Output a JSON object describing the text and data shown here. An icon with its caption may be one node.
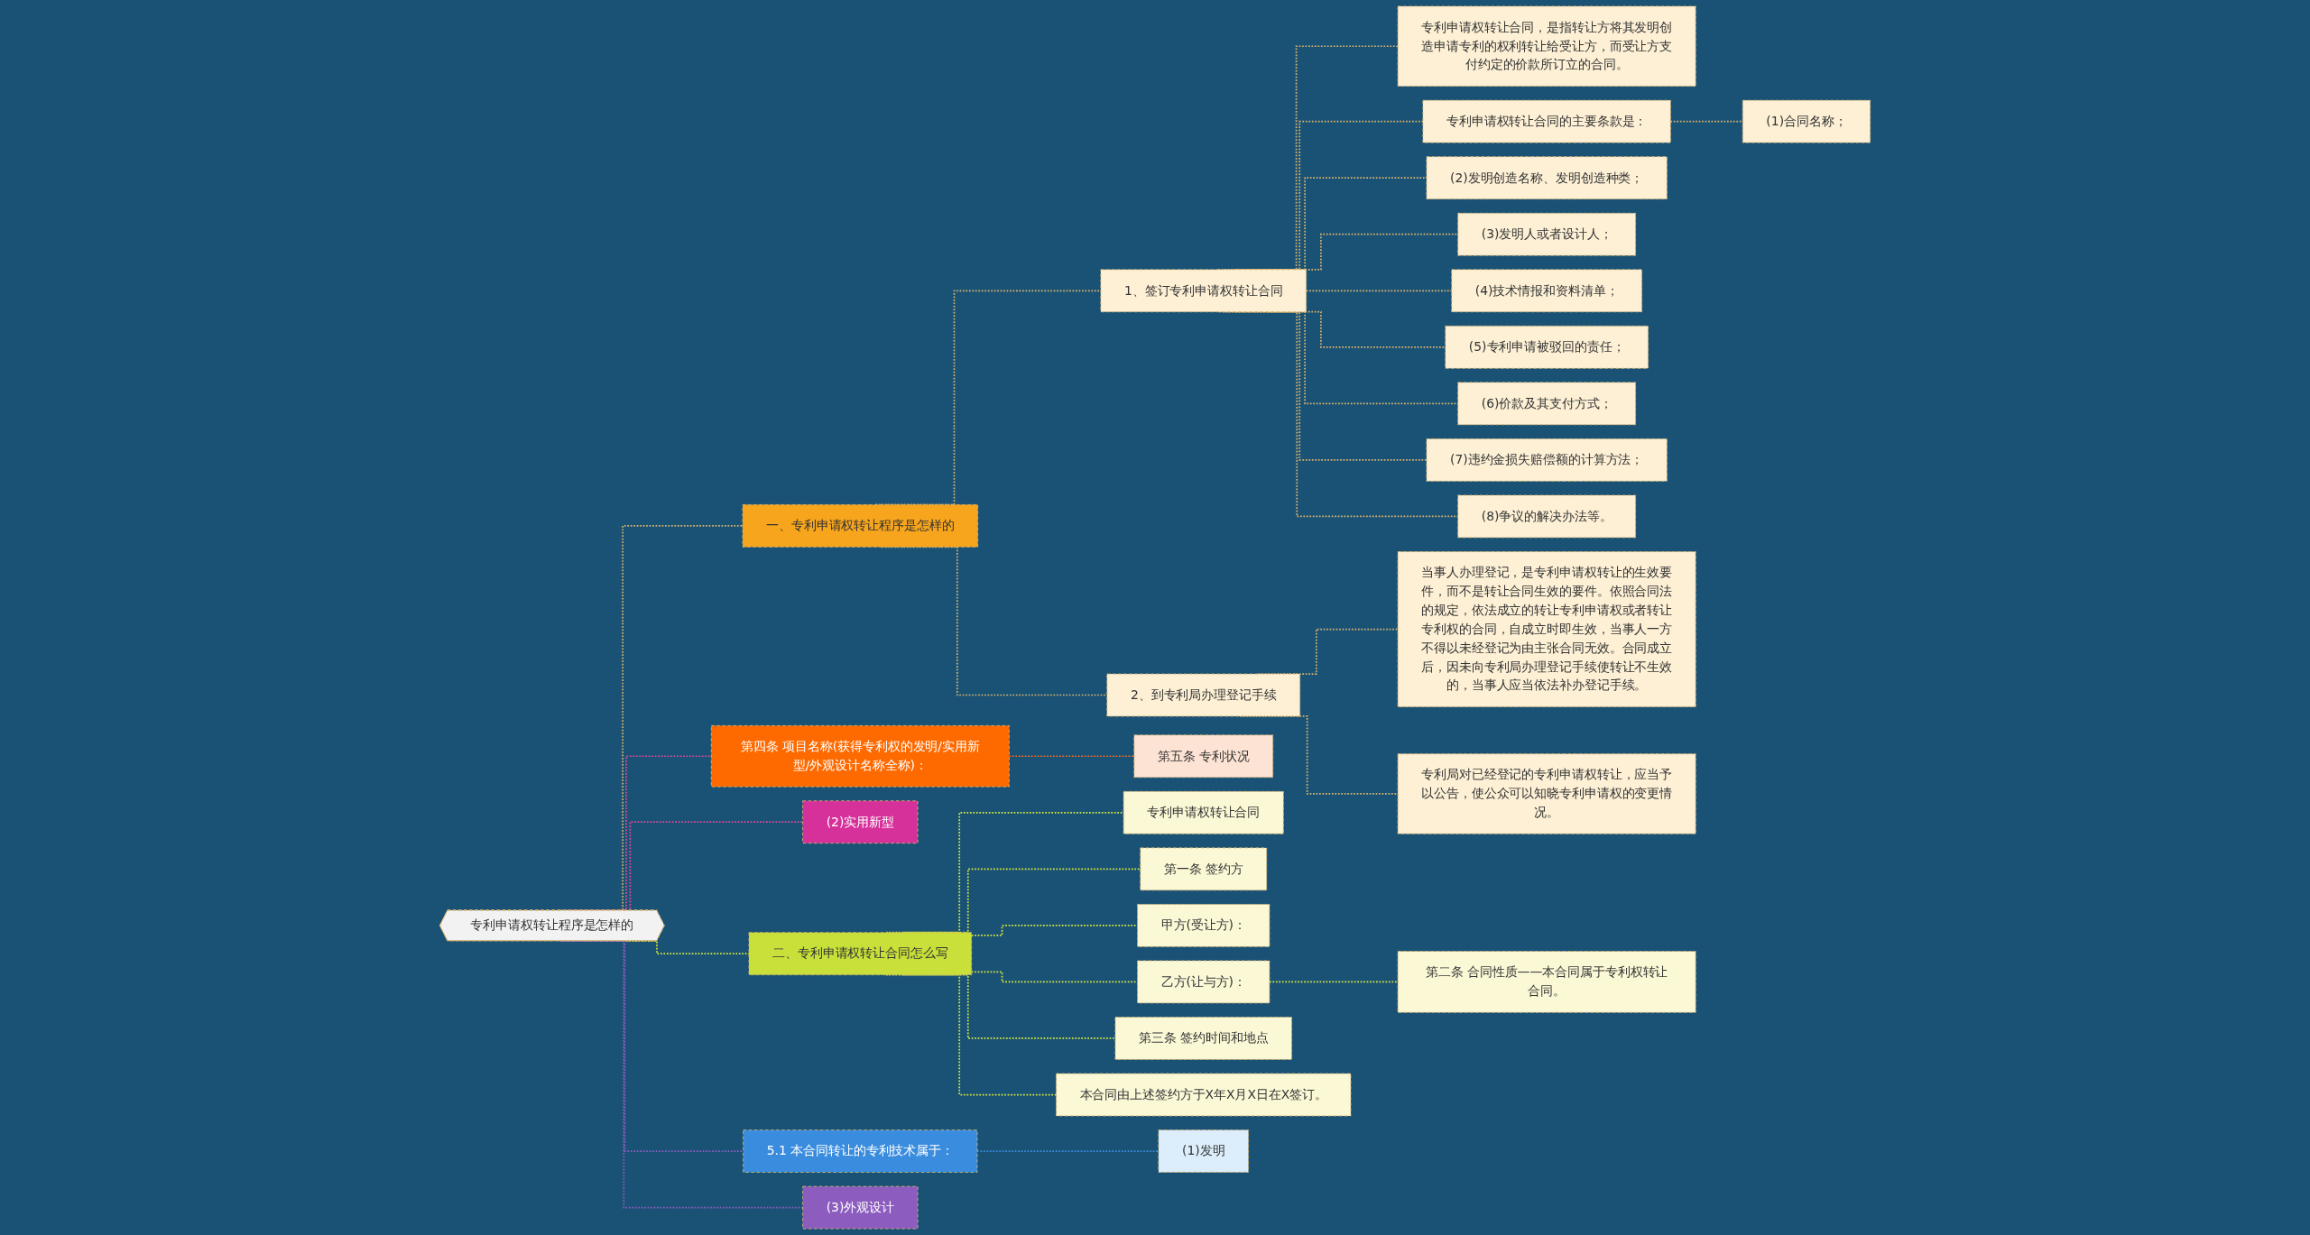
{
  "diagram": {
    "nodes": [
      {
        "text": [
          "专利申请权转让程序是怎样的"
        ]
      },
      {
        "text": [
          "一、专利申请权转让程序是怎样的"
        ]
      },
      {
        "text": [
          "1、签订专利申请权转让合同"
        ]
      },
      {
        "text": [
          "专利申请权转让合同，是指转让方将其发明创造申请专利的权利转让给受让方，而受让方支付约定的价款所订立的合同。"
        ]
      },
      {
        "text": [
          "专利申请权转让合同的主要条款是："
        ]
      },
      {
        "text": [
          "(1)合同名称；"
        ]
      },
      {
        "text": [
          "(2)发明创造名称、发明创造种类；"
        ]
      },
      {
        "text": [
          "(3)发明人或者设计人；"
        ]
      },
      {
        "text": [
          "(4)技术情报和资料清单；"
        ]
      },
      {
        "text": [
          "(5)专利申请被驳回的责任；"
        ]
      },
      {
        "text": [
          "(6)价款及其支付方式；"
        ]
      },
      {
        "text": [
          "(7)违约金损失赔偿额的计算方法；"
        ]
      },
      {
        "text": [
          "(8)争议的解决办法等。"
        ]
      },
      {
        "text": [
          "2、到专利局办理登记手续"
        ]
      },
      {
        "text": [
          "当事人办理登记，是专利申请权转让的生效要件，而不是转让合同生效的要件。依照合同法的规定，依法成立的转让专利申请权或者转让专利权的合同，自成立时即生效，当事人一方不得以未经登记为由主张合同无效。合同成立后，因未向专利局办理登记手续使转让不生效的，当事人应当依法补办登记手续。"
        ]
      },
      {
        "text": [
          "专利局对已经登记的专利申请权转让，应当予以公告，使公众可以知晓专利申请权的变更情况。"
        ]
      },
      {
        "text": [
          "第四条 项目名称(获得专利权的发明/实用新型/外观设计名称全称)："
        ]
      },
      {
        "text": [
          "第五条 专利状况"
        ]
      },
      {
        "text": [
          "(2)实用新型"
        ]
      },
      {
        "text": [
          "二、专利申请权转让合同怎么写"
        ]
      },
      {
        "text": [
          "专利申请权转让合同"
        ]
      },
      {
        "text": [
          "第一条 签约方"
        ]
      },
      {
        "text": [
          "甲方(受让方)："
        ]
      },
      {
        "text": [
          "乙方(让与方)："
        ]
      },
      {
        "text": [
          "第二条 合同性质——本合同属于专利权转让合同。"
        ]
      },
      {
        "text": [
          "第三条 签约时间和地点"
        ]
      },
      {
        "text": [
          "本合同由上述签约方于X年X月X日在X签订。"
        ]
      },
      {
        "text": [
          "5.1 本合同转让的专利技术属于："
        ]
      },
      {
        "text": [
          "(1)发明"
        ]
      },
      {
        "text": [
          "(3)外观设计"
        ]
      }
    ],
    "edges": [
      {
        "from": 0,
        "to": 1,
        "arrow": "none",
        "style": "dashed"
      },
      {
        "from": 1,
        "to": 2,
        "arrow": "none",
        "style": "dashed"
      },
      {
        "from": 2,
        "to": 3,
        "arrow": "none",
        "style": "dashed"
      },
      {
        "from": 2,
        "to": 4,
        "arrow": "none",
        "style": "dashed"
      },
      {
        "from": 4,
        "to": 5,
        "arrow": "none",
        "style": "dashed"
      },
      {
        "from": 2,
        "to": 6,
        "arrow": "none",
        "style": "dashed"
      },
      {
        "from": 2,
        "to": 7,
        "arrow": "none",
        "style": "dashed"
      },
      {
        "from": 2,
        "to": 8,
        "arrow": "none",
        "style": "dashed"
      },
      {
        "from": 2,
        "to": 9,
        "arrow": "none",
        "style": "dashed"
      },
      {
        "from": 2,
        "to": 10,
        "arrow": "none",
        "style": "dashed"
      },
      {
        "from": 2,
        "to": 11,
        "arrow": "none",
        "style": "dashed"
      },
      {
        "from": 2,
        "to": 12,
        "arrow": "none",
        "style": "dashed"
      },
      {
        "from": 1,
        "to": 13,
        "arrow": "none",
        "style": "dashed"
      },
      {
        "from": 13,
        "to": 14,
        "arrow": "none",
        "style": "dashed"
      },
      {
        "from": 13,
        "to": 15,
        "arrow": "none",
        "style": "dashed"
      },
      {
        "from": 0,
        "to": 16,
        "arrow": "none",
        "style": "dashed",
        "color": "#e04a9a"
      },
      {
        "from": 16,
        "to": 17,
        "arrow": "none",
        "style": "dashed",
        "color": "#ff6a1a"
      },
      {
        "from": 0,
        "to": 18,
        "arrow": "none",
        "style": "dashed",
        "color": "#e04a9a"
      },
      {
        "from": 0,
        "to": 19,
        "arrow": "none",
        "style": "dashed",
        "color": "#d6e83c"
      },
      {
        "from": 19,
        "to": 20,
        "arrow": "none",
        "style": "dashed",
        "color": "#d6e83c"
      },
      {
        "from": 19,
        "to": 21,
        "arrow": "none",
        "style": "dashed",
        "color": "#d6e83c"
      },
      {
        "from": 19,
        "to": 22,
        "arrow": "none",
        "style": "dashed",
        "color": "#d6e83c"
      },
      {
        "from": 19,
        "to": 23,
        "arrow": "none",
        "style": "dashed",
        "color": "#d6e83c"
      },
      {
        "from": 23,
        "to": 24,
        "arrow": "none",
        "style": "dashed",
        "color": "#d6e83c"
      },
      {
        "from": 19,
        "to": 25,
        "arrow": "none",
        "style": "dashed",
        "color": "#d6e83c"
      },
      {
        "from": 19,
        "to": 26,
        "arrow": "none",
        "style": "dashed",
        "color": "#d6e83c"
      },
      {
        "from": 0,
        "to": 27,
        "arrow": "none",
        "style": "dashed",
        "color": "#8c5cbf"
      },
      {
        "from": 27,
        "to": 28,
        "arrow": "none",
        "style": "dashed",
        "color": "#3a8dde"
      },
      {
        "from": 0,
        "to": 29,
        "arrow": "none",
        "style": "dashed",
        "color": "#8c5cbf"
      }
    ]
  }
}
